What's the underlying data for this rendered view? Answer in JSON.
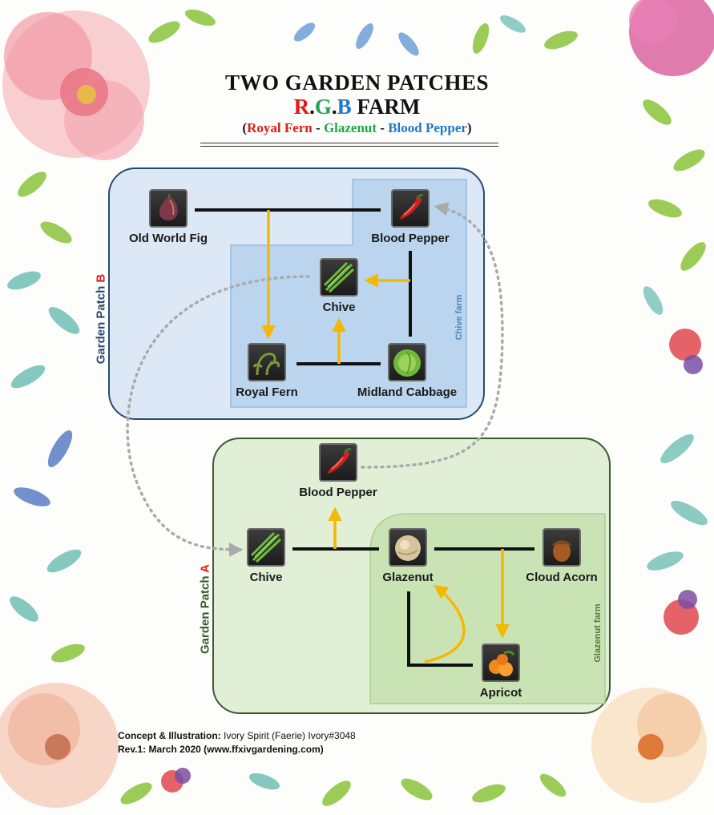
{
  "title": {
    "line1": "TWO GARDEN PATCHES",
    "line2_r": "R",
    "line2_dot1": ".",
    "line2_g": "G",
    "line2_dot2": ".",
    "line2_b": "B",
    "line2_rest": " FARM",
    "line3_open": "(",
    "line3_r": "Royal Fern",
    "line3_sep1": " - ",
    "line3_g": "Glazenut",
    "line3_sep2": " - ",
    "line3_b": "Blood Pepper",
    "line3_close": ")"
  },
  "patch_b": {
    "label": "Garden Patch ",
    "letter": "B",
    "farm_label": "Chive farm",
    "nodes": {
      "old_world_fig": "Old World Fig",
      "blood_pepper": "Blood Pepper",
      "chive": "Chive",
      "royal_fern": "Royal Fern",
      "midland_cabbage": "Midland Cabbage"
    }
  },
  "patch_a": {
    "label": "Garden Patch ",
    "letter": "A",
    "farm_label": "Glazenut farm",
    "nodes": {
      "blood_pepper": "Blood Pepper",
      "chive": "Chive",
      "glazenut": "Glazenut",
      "cloud_acorn": "Cloud Acorn",
      "apricot": "Apricot"
    }
  },
  "credits": {
    "line1_label": "Concept & Illustration:",
    "line1_text": " Ivory Spirit (Faerie) Ivory#3048",
    "line2": "Rev.1: March 2020 (www.ffxivgardening.com)"
  },
  "colors": {
    "title_red": "#e01919",
    "title_green": "#1fa64a",
    "title_blue": "#1f78c8",
    "patch_b_fill": "#dce8f5",
    "patch_a_fill": "#e0efd6",
    "arrow": "#f5b800",
    "link_dotted": "#aaaaaa"
  },
  "icons": [
    "fig-icon",
    "pepper-icon",
    "chive-icon",
    "fern-icon",
    "cabbage-icon",
    "glazenut-icon",
    "acorn-icon",
    "apricot-icon"
  ]
}
